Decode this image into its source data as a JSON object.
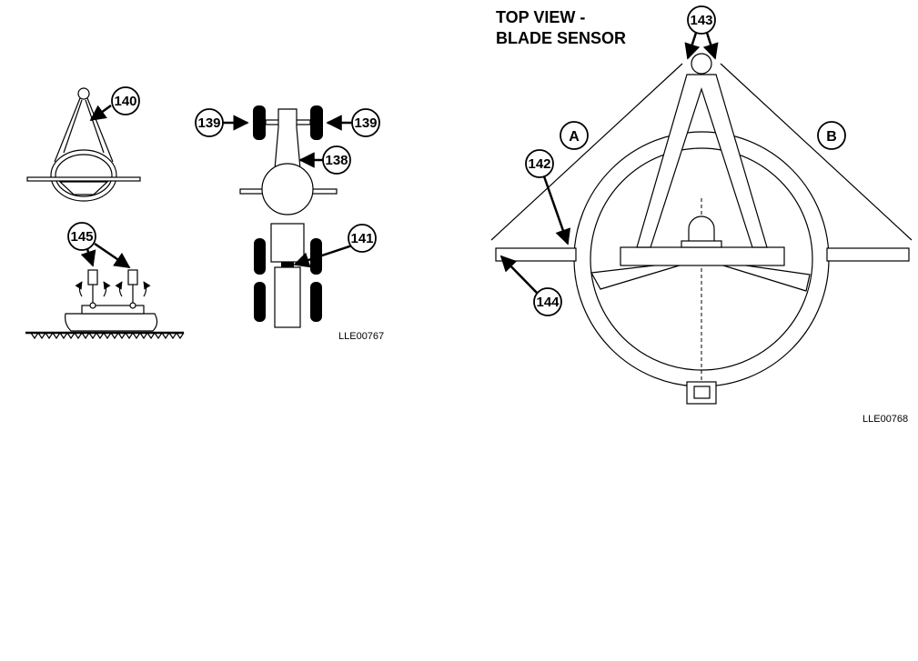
{
  "left_figure": {
    "figure_id": "LLE00767",
    "callouts": {
      "c140": "140",
      "c139_left": "139",
      "c139_right": "139",
      "c138": "138",
      "c141": "141",
      "c145": "145"
    }
  },
  "right_figure": {
    "title_line1": "TOP VIEW -",
    "title_line2": "BLADE SENSOR",
    "figure_id": "LLE00768",
    "callouts": {
      "c143": "143",
      "c142": "142",
      "c144": "144"
    },
    "letters": {
      "a": "A",
      "b": "B"
    }
  }
}
